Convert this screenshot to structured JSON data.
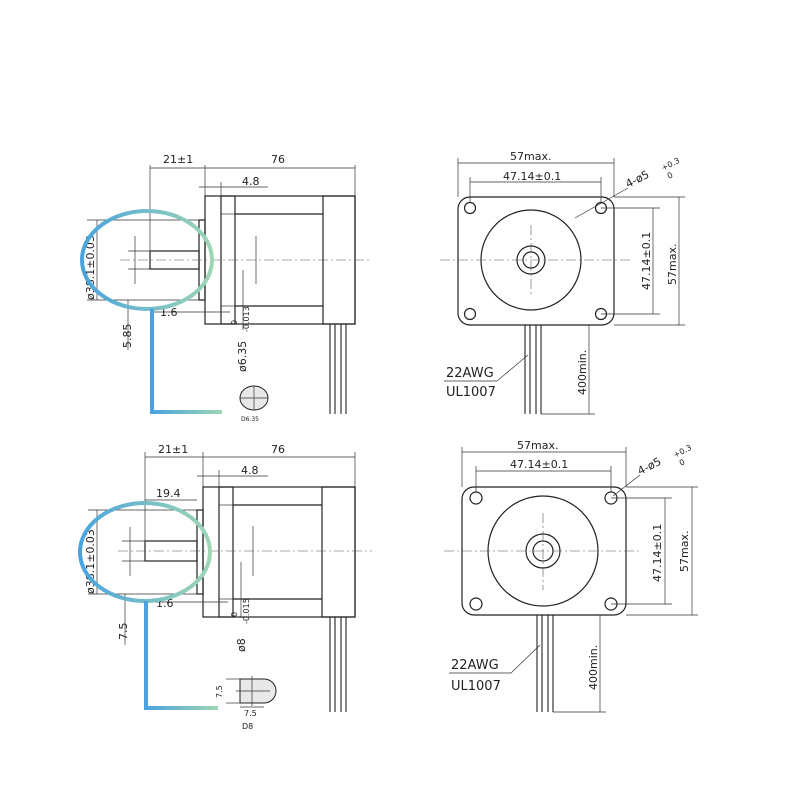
{
  "colors": {
    "highlight_start": "#4aa3df",
    "highlight_end": "#9ed6b4",
    "lines": "#222222"
  },
  "top": {
    "side": {
      "shaft_len": "21±1",
      "body_len": "76",
      "flange": "4.8",
      "pilot_dia": "ø38.1±0.03",
      "shaft_dia": "ø6.35",
      "shaft_tol": "0",
      "shaft_tol_low": "-0.013",
      "pilot_depth": "1.6",
      "flat": "5.85",
      "section": "D6.35"
    },
    "front": {
      "outer": "57max.",
      "hole_pitch_h": "47.14±0.1",
      "holes": "4-ø5",
      "holes_tol": "+0.3",
      "holes_tol_low": "0",
      "hole_pitch_v": "47.14±0.1",
      "outer_v": "57max.",
      "lead_len": "400min.",
      "wire_awg": "22AWG",
      "wire_ul": "UL1007"
    }
  },
  "bottom": {
    "side": {
      "shaft_len": "21±1",
      "body_len": "76",
      "flange": "4.8",
      "flat_len": "19.4",
      "pilot_dia": "ø38.1±0.03",
      "shaft_dia": "ø8",
      "shaft_tol": "0",
      "shaft_tol_low": "-0.015",
      "pilot_depth": "1.6",
      "flat": "7.5",
      "sec_h": "7.5",
      "sec_w": "7.5",
      "section": "D8"
    },
    "front": {
      "outer": "57max.",
      "hole_pitch_h": "47.14±0.1",
      "holes": "4-ø5",
      "holes_tol": "+0.3",
      "holes_tol_low": "0",
      "hole_pitch_v": "47.14±0.1",
      "outer_v": "57max.",
      "lead_len": "400min.",
      "wire_awg": "22AWG",
      "wire_ul": "UL1007"
    }
  }
}
